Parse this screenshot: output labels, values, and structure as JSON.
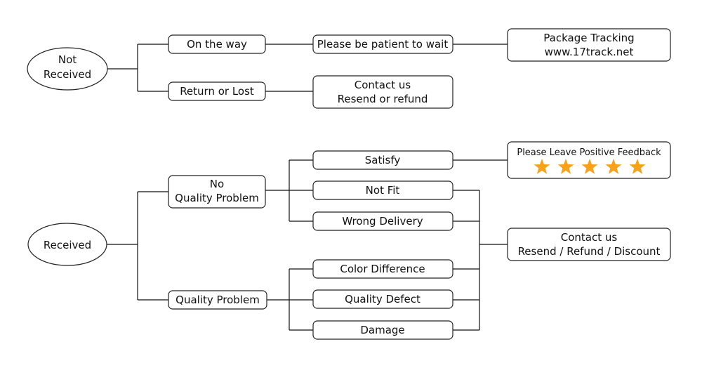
{
  "not_received": {
    "root": [
      "Not",
      "Received"
    ],
    "on_the_way": "On the way",
    "return_or_lost": "Return or Lost",
    "be_patient": "Please be patient to wait",
    "tracking": [
      "Package Tracking",
      "www.17track.net"
    ],
    "contact": [
      "Contact us",
      "Resend or refund"
    ]
  },
  "received": {
    "root": "Received",
    "no_quality_problem": [
      "No",
      "Quality Problem"
    ],
    "quality_problem": "Quality Problem",
    "satisfy": "Satisfy",
    "not_fit": "Not Fit",
    "wrong_delivery": "Wrong Delivery",
    "color_difference": "Color Difference",
    "quality_defect": "Quality Defect",
    "damage": "Damage",
    "feedback": {
      "text": "Please Leave Positive Feedback",
      "stars": 5,
      "star_color": "#F7A21B"
    },
    "contact": [
      "Contact us",
      "Resend / Refund / Discount"
    ]
  }
}
